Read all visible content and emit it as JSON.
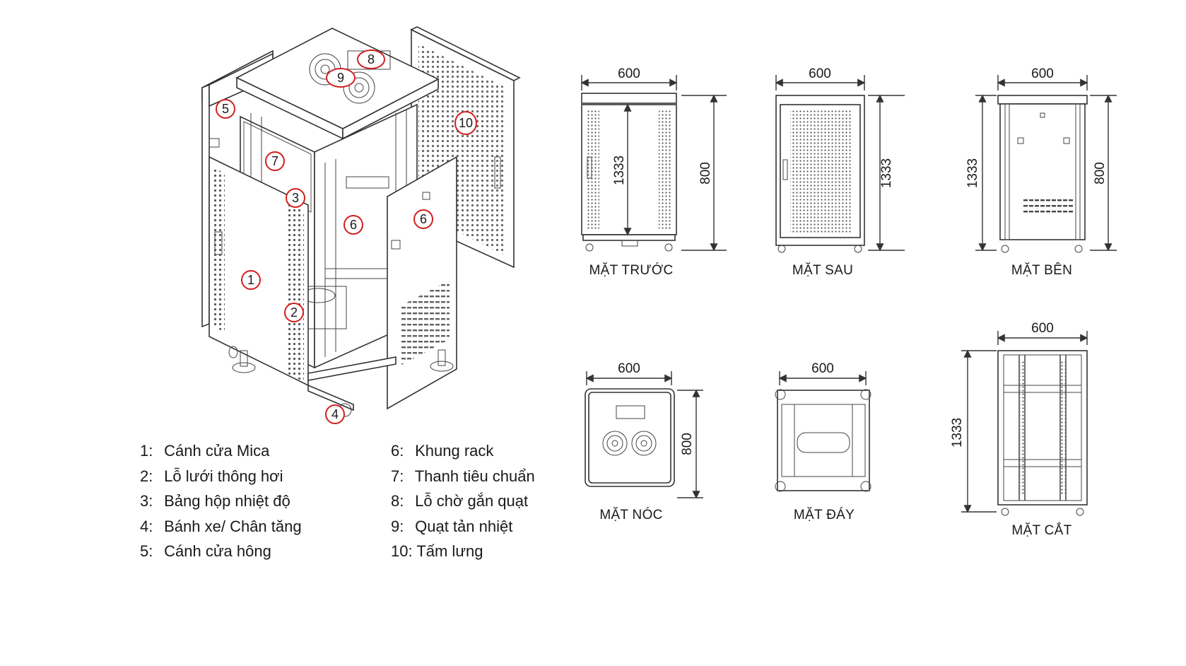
{
  "legend_left": [
    {
      "num": "1:",
      "text": "Cánh cửa Mica"
    },
    {
      "num": "2:",
      "text": "Lỗ lưới thông hơi"
    },
    {
      "num": "3:",
      "text": "Bảng hộp nhiệt độ"
    },
    {
      "num": "4:",
      "text": "Bánh xe/ Chân tăng"
    },
    {
      "num": "5:",
      "text": "Cánh cửa hông"
    }
  ],
  "legend_right": [
    {
      "num": "6:",
      "text": "Khung rack"
    },
    {
      "num": "7:",
      "text": "Thanh tiêu chuẩn"
    },
    {
      "num": "8:",
      "text": "Lỗ chờ gắn quạt"
    },
    {
      "num": "9:",
      "text": "Quạt tản nhiệt"
    },
    {
      "num": "10:",
      "text": "Tấm lưng"
    }
  ],
  "callouts": [
    "1",
    "2",
    "3",
    "4",
    "5",
    "6",
    "6",
    "7",
    "8",
    "9",
    "10"
  ],
  "views": {
    "front": {
      "label": "MẶT TRƯỚC",
      "width": "600",
      "height_inner": "1333",
      "depth": "800"
    },
    "back": {
      "label": "MẶT SAU",
      "width": "600",
      "height_inner": "1333"
    },
    "side": {
      "label": "MẶT BÊN",
      "width": "600",
      "height_inner": "1333",
      "depth": "800"
    },
    "top": {
      "label": "MẶT NÓC",
      "width": "600",
      "depth": "800"
    },
    "bottom": {
      "label": "MẶT ĐÁY",
      "width": "600"
    },
    "section": {
      "label": "MẶT CẮT",
      "width": "600",
      "height_inner": "1333"
    }
  },
  "colors": {
    "callout_ring": "#d21f1f",
    "line": "#333333"
  }
}
